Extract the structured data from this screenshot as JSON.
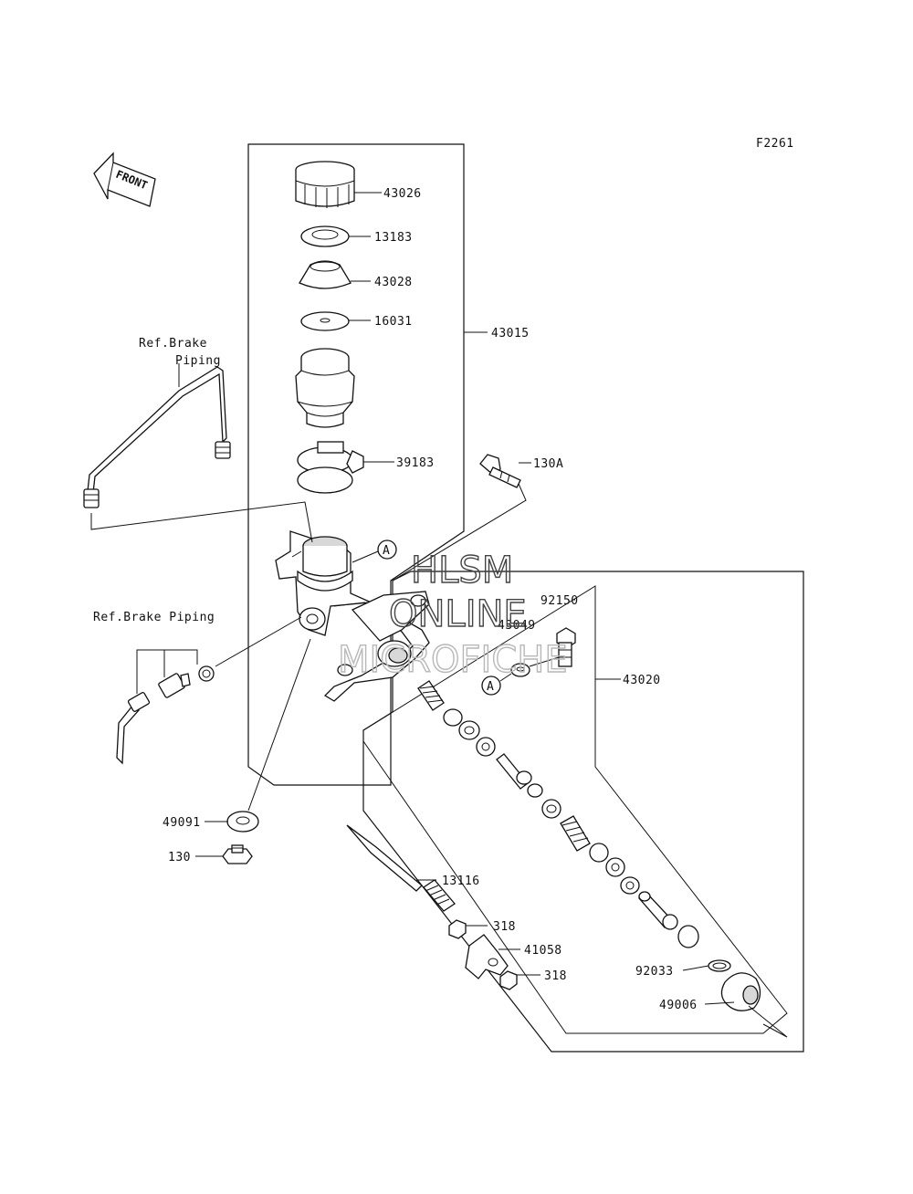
{
  "diagram_code": "F2261",
  "front_indicator": "FRONT",
  "watermark": {
    "line1": "HLSM",
    "line2": "ONLINE",
    "line3": "MICROFICHE"
  },
  "reference_labels": {
    "ref_brake_piping_upper_line1": "Ref.Brake",
    "ref_brake_piping_upper_line2": "Piping",
    "ref_brake_piping_lower": "Ref.Brake Piping"
  },
  "callout_marker": "A",
  "part_numbers": {
    "p43026": "43026",
    "p13183": "13183",
    "p43028": "43028",
    "p16031": "16031",
    "p43015": "43015",
    "p39183": "39183",
    "p130A": "130A",
    "p92150": "92150",
    "p43049": "43049",
    "p43020": "43020",
    "p49091": "49091",
    "p130": "130",
    "p13116": "13116",
    "p318a": "318",
    "p41058": "41058",
    "p318b": "318",
    "p92033": "92033",
    "p49006": "49006"
  }
}
